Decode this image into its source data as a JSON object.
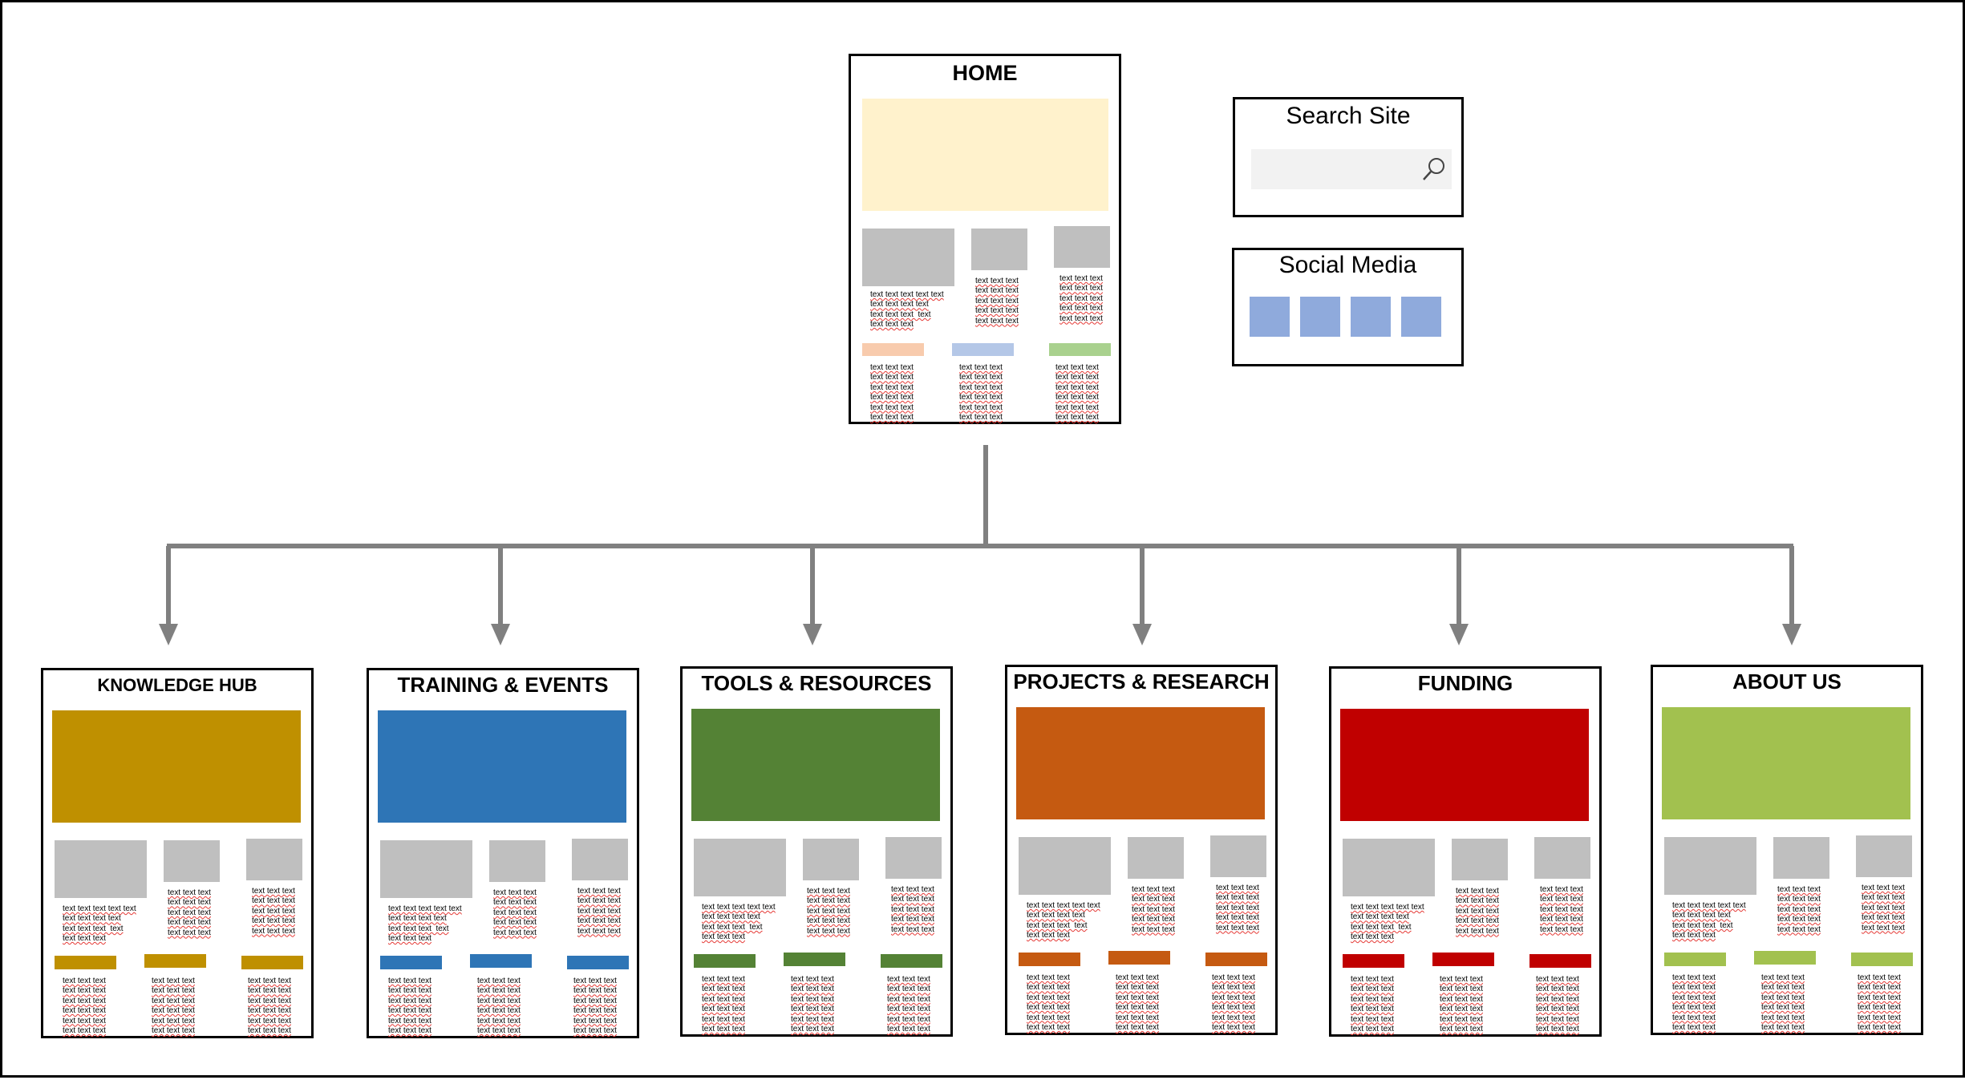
{
  "home": {
    "title": "HOME",
    "banner_color": "#fff2cc",
    "accent_colors": [
      "#f8cbad",
      "#b4c7e7",
      "#a9d18e"
    ]
  },
  "search": {
    "label": "Search Site",
    "icon": "search-icon"
  },
  "social": {
    "label": "Social Media",
    "tile_count": 4,
    "tile_color": "#8faadc"
  },
  "placeholder_text": {
    "column_1": "text text text text text\ntext text text text\ntext text text  text\ntext text text",
    "column_2": "text text text\ntext text text\ntext text text\ntext text text\ntext text text",
    "column_3": "text text text\ntext text text\ntext text text\ntext text text\ntext text text",
    "lower": "text text text\ntext text text\ntext text text\ntext text text\ntext text text\ntext text text"
  },
  "sections": [
    {
      "title": "KNOWLEDGE HUB",
      "color": "#bf9000"
    },
    {
      "title": "TRAINING & EVENTS",
      "color": "#2e75b6"
    },
    {
      "title": "TOOLS & RESOURCES",
      "color": "#548235"
    },
    {
      "title": "PROJECTS & RESEARCH",
      "color": "#c55a11"
    },
    {
      "title": "FUNDING",
      "color": "#c00000"
    },
    {
      "title": "ABOUT US",
      "color": "#a2c14f"
    }
  ],
  "colors": {
    "connector": "#808080",
    "image_placeholder": "#bfbfbf"
  }
}
